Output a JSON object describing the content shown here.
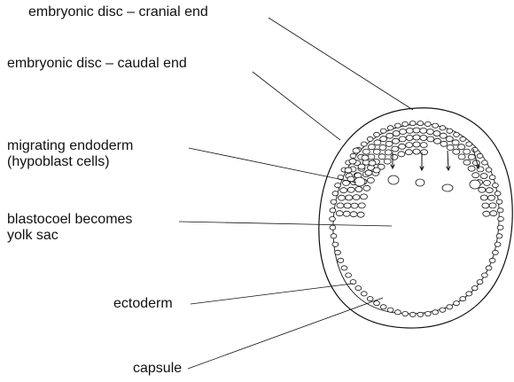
{
  "labels": {
    "cranial_end": "embryonic disc – cranial end",
    "caudal_end": "embryonic disc – caudal end",
    "migrating_endoderm_line1": "migrating endoderm",
    "migrating_endoderm_line2": "(hypoblast cells)",
    "blastocoel_line1": "blastocoel becomes",
    "blastocoel_line2": "yolk sac",
    "ectoderm": "ectoderm",
    "capsule": "capsule"
  },
  "colors": {
    "ink": "#111111",
    "background": "#ffffff"
  }
}
